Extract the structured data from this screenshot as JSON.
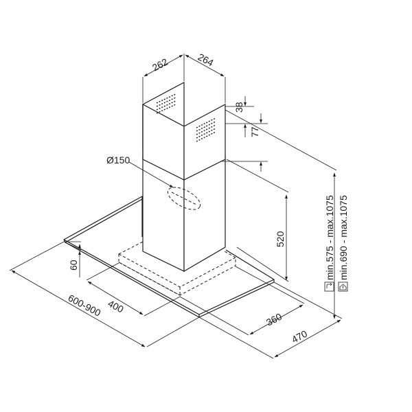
{
  "dimensions": {
    "chimney_width_left": "262",
    "chimney_width_right": "264",
    "offset_top": "38",
    "offset_step": "77",
    "duct_diameter": "Ø150",
    "lower_chimney_height": "520",
    "canopy_thickness": "60",
    "filter_width": "400",
    "hood_width_range": "600-900",
    "filter_depth": "360",
    "hood_depth": "470",
    "height_range_recirculation": "min.575 - max.1075",
    "height_range_extraction": "min.690 - max.1075"
  },
  "icons": {
    "recirculation": "recirculation-mode-icon",
    "extraction": "extraction-mode-icon"
  }
}
